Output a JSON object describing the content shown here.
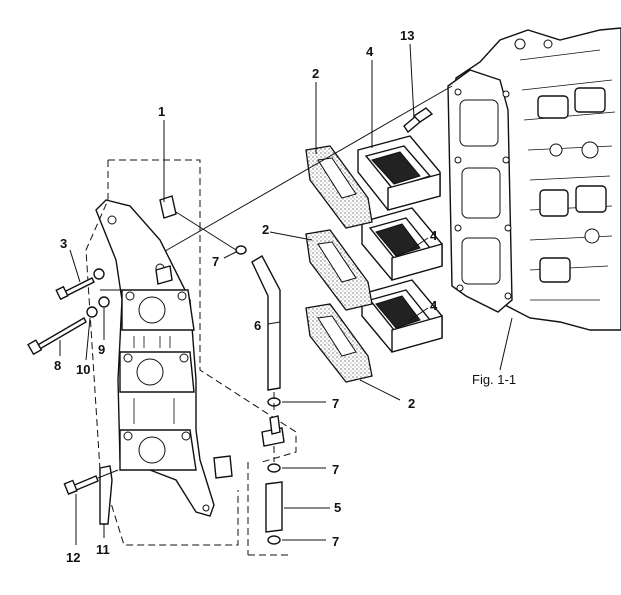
{
  "figure": {
    "label": "Fig. 1-1"
  },
  "callouts": [
    {
      "id": "c1",
      "text": "1"
    },
    {
      "id": "c2a",
      "text": "2"
    },
    {
      "id": "c2b",
      "text": "2"
    },
    {
      "id": "c2c",
      "text": "2"
    },
    {
      "id": "c3",
      "text": "3"
    },
    {
      "id": "c4a",
      "text": "4"
    },
    {
      "id": "c4b",
      "text": "4"
    },
    {
      "id": "c4c",
      "text": "4"
    },
    {
      "id": "c5",
      "text": "5"
    },
    {
      "id": "c6",
      "text": "6"
    },
    {
      "id": "c7a",
      "text": "7"
    },
    {
      "id": "c7b",
      "text": "7"
    },
    {
      "id": "c7c",
      "text": "7"
    },
    {
      "id": "c7d",
      "text": "7"
    },
    {
      "id": "c8",
      "text": "8"
    },
    {
      "id": "c9",
      "text": "9"
    },
    {
      "id": "c10",
      "text": "10"
    },
    {
      "id": "c11",
      "text": "11"
    },
    {
      "id": "c12",
      "text": "12"
    },
    {
      "id": "c13",
      "text": "13"
    }
  ]
}
